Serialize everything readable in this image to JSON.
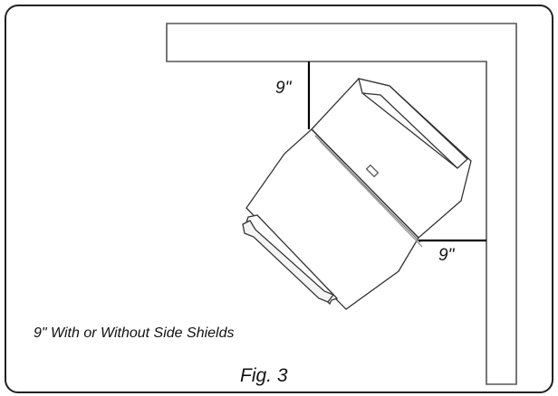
{
  "diagram": {
    "dimension_top": "9\"",
    "dimension_right": "9\"",
    "note": "9\" With or Without Side Shields",
    "caption": "Fig. 3"
  },
  "colors": {
    "line": "#1a1a1a",
    "wall_fill": "#ffffff",
    "border": "#222222"
  }
}
